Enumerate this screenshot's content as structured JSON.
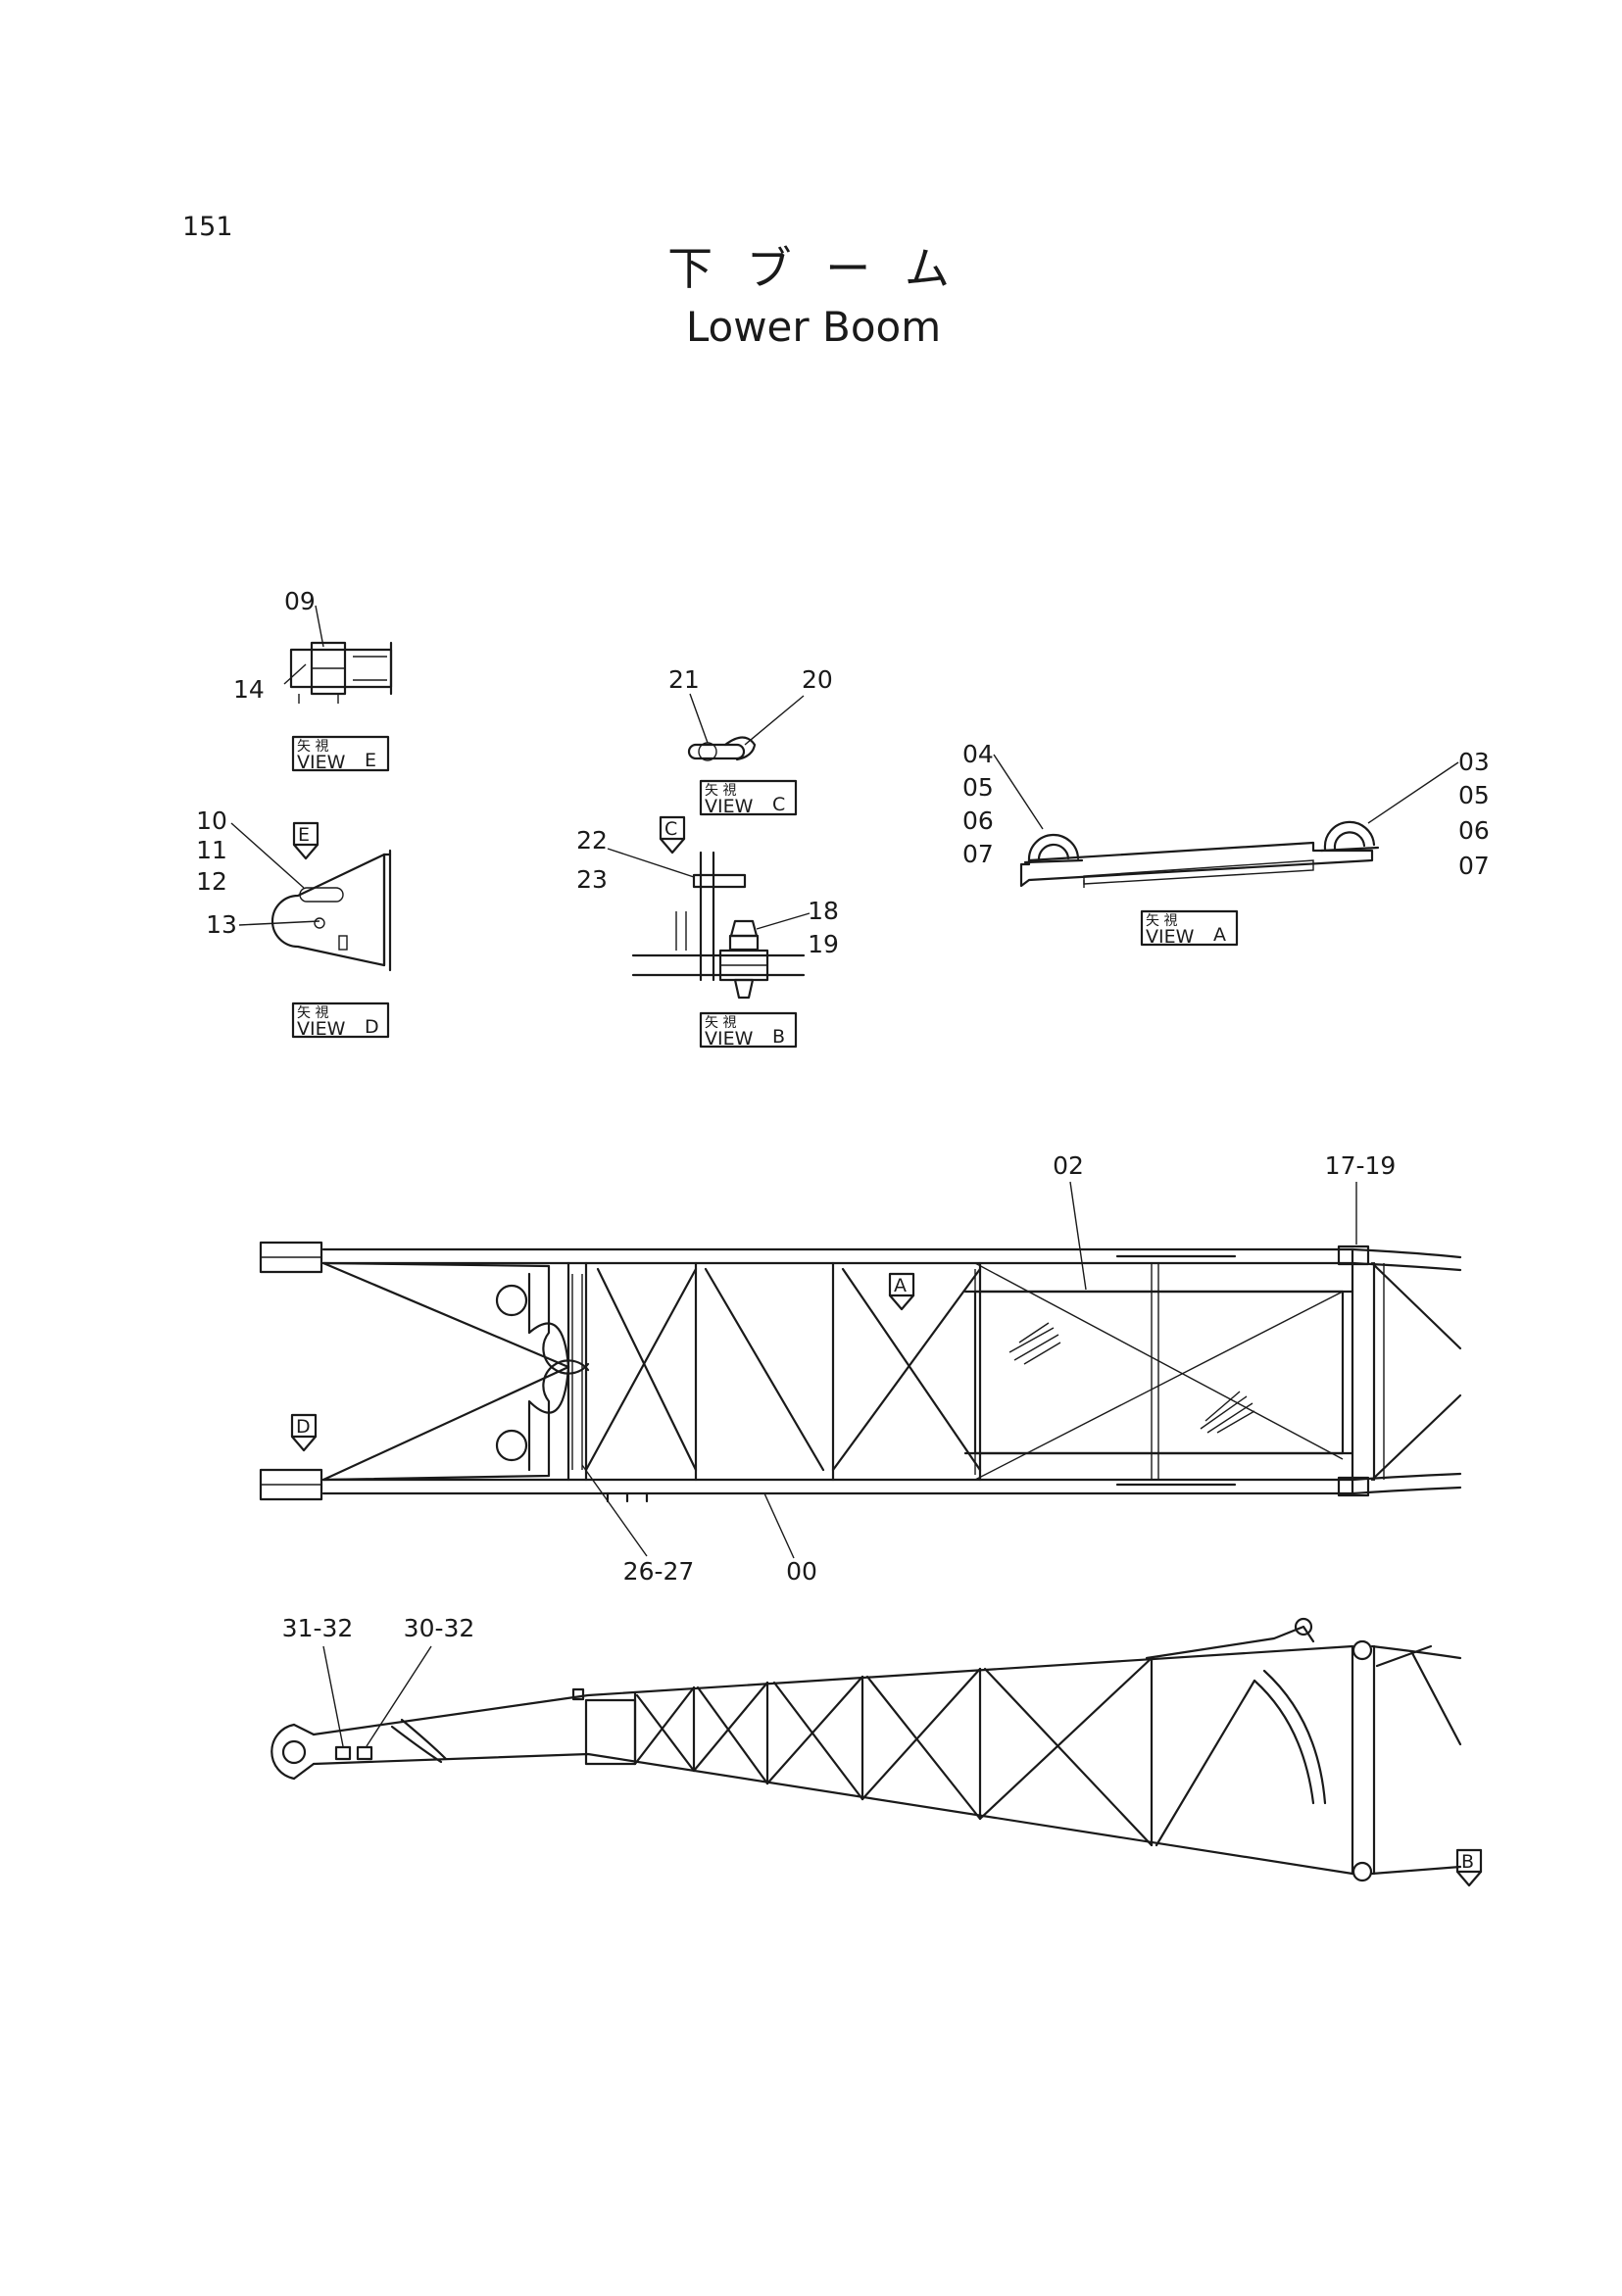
{
  "page_number": "151",
  "title_jp": "下 ブ ー ム",
  "title_en": "Lower Boom",
  "views": {
    "view_a": {
      "jp": "矢 視",
      "en": "VIEW",
      "letter": "A"
    },
    "view_b": {
      "jp": "矢 視",
      "en": "VIEW",
      "letter": "B"
    },
    "view_c": {
      "jp": "矢 視",
      "en": "VIEW",
      "letter": "C"
    },
    "view_d": {
      "jp": "矢 視",
      "en": "VIEW",
      "letter": "D"
    },
    "view_e": {
      "jp": "矢 視",
      "en": "VIEW",
      "letter": "E"
    }
  },
  "arrows": {
    "a": "A",
    "b": "B",
    "c": "C",
    "d": "D",
    "e": "E"
  },
  "callouts": {
    "p00": "00",
    "p02": "02",
    "p09": "09",
    "p13": "13",
    "p14": "14",
    "p17_19": "17-19",
    "p20": "20",
    "p21": "21",
    "p26_27": "26-27",
    "p30_32": "30-32",
    "p31_32": "31-32",
    "g_a_left": [
      "04",
      "05",
      "06",
      "07"
    ],
    "g_a_right": [
      "03",
      "05",
      "06",
      "07"
    ],
    "g_d": [
      "10",
      "11",
      "12"
    ],
    "g_c": [
      "22",
      "23"
    ],
    "g_b": [
      "18",
      "19"
    ]
  }
}
